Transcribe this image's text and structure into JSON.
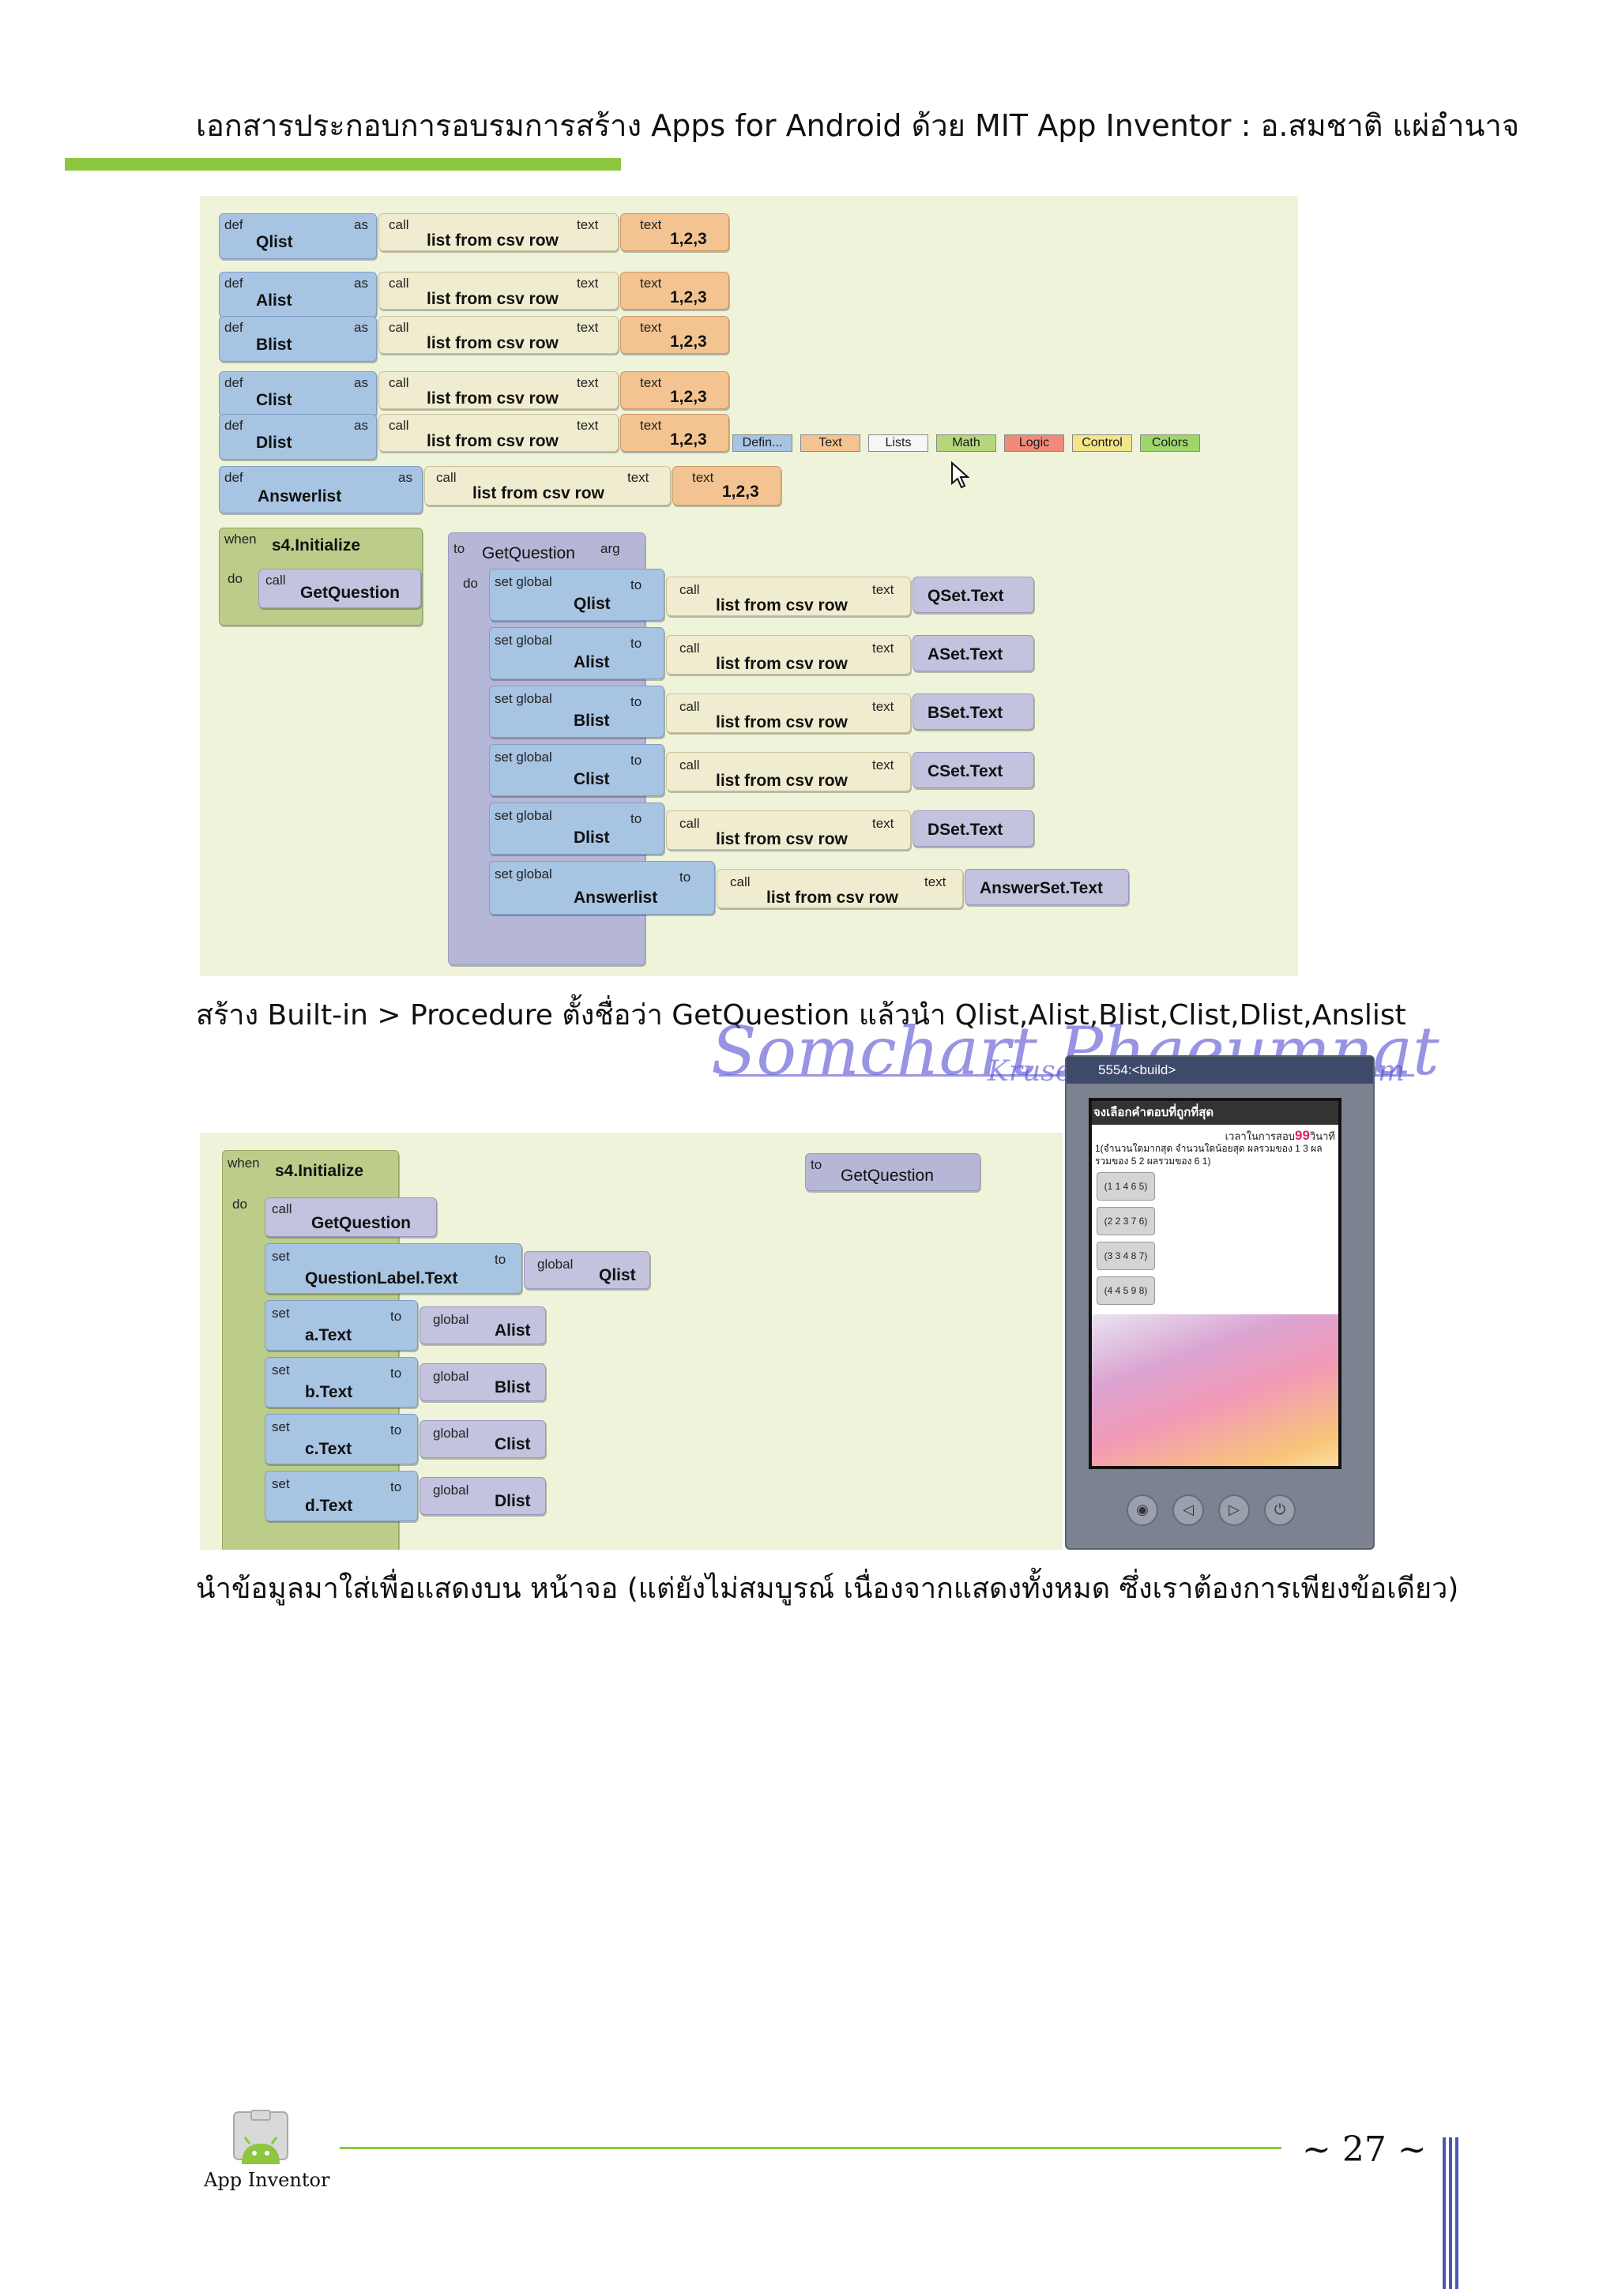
{
  "header": {
    "title": "เอกสารประกอบการอบรมการสร้าง Apps for Android ด้วย MIT App Inventor : อ.สมชาติ แผ่อำนาจ"
  },
  "figure1": {
    "def_label": "def",
    "as_label": "as",
    "call_label": "call",
    "text_label": "text",
    "csv_label": "list from csv row",
    "value_text": "1,2,3",
    "defs": [
      "Qlist",
      "Alist",
      "Blist",
      "Clist",
      "Dlist",
      "Answerlist"
    ],
    "drawers": [
      "Defin...",
      "Text",
      "Lists",
      "Math",
      "Logic",
      "Control",
      "Colors"
    ],
    "when_label": "when",
    "do_label": "do",
    "event_name": "s4.Initialize",
    "call_proc": "GetQuestion",
    "to_label": "to",
    "arg_label": "arg",
    "proc_name": "GetQuestion",
    "set_global_label": "set global",
    "sets": [
      {
        "var": "Qlist",
        "src": "QSet.Text"
      },
      {
        "var": "Alist",
        "src": "ASet.Text"
      },
      {
        "var": "Blist",
        "src": "BSet.Text"
      },
      {
        "var": "Clist",
        "src": "CSet.Text"
      },
      {
        "var": "Dlist",
        "src": "DSet.Text"
      },
      {
        "var": "Answerlist",
        "src": "AnswerSet.Text"
      }
    ]
  },
  "caption1": "สร้าง Built-in > Procedure ตั้งชื่อว่า GetQuestion แล้วนำ Qlist,Alist,Blist,Clist,Dlist,Anslist",
  "watermark": {
    "main": "Somchart Phaeumnat",
    "sub": "Krusomchart.wordpress.com"
  },
  "figure2": {
    "when_label": "when",
    "do_label": "do",
    "event_name": "s4.Initialize",
    "call_label": "call",
    "call_proc": "GetQuestion",
    "set_label": "set",
    "to_label": "to",
    "global_label": "global",
    "proc_label": "GetQuestion",
    "sets": [
      {
        "target": "QuestionLabel.Text",
        "var": "Qlist"
      },
      {
        "target": "a.Text",
        "var": "Alist"
      },
      {
        "target": "b.Text",
        "var": "Blist"
      },
      {
        "target": "c.Text",
        "var": "Clist"
      },
      {
        "target": "d.Text",
        "var": "Dlist"
      }
    ]
  },
  "phone": {
    "titlebar": "5554:<build>",
    "screen_title": "จงเลือกคำตอบที่ถูกที่สุด",
    "timer_prefix": "เวลาในการสอบ",
    "timer_value": "99",
    "timer_suffix": "วินาที",
    "question": "1(จำนวนใดมากสุด จำนวนใดน้อยสุด ผลรวมของ 1 3 ผลรวมของ 5 2 ผลรวมของ 6 1)",
    "choices": [
      "(1 1 4 6 5)",
      "(2 2 3 7 6)",
      "(3 3 4 8 7)",
      "(4 4 5 9 8)"
    ]
  },
  "caption2": "นำข้อมูลมาใส่เพื่อแสดงบน หน้าจอ (แต่ยังไม่สมบูรณ์ เนื่องจากแสดงทั้งหมด ซึ่งเราต้องการเพียงข้อเดียว)",
  "footer": {
    "logo_label": "App Inventor",
    "page_number": "~ 27 ~"
  }
}
